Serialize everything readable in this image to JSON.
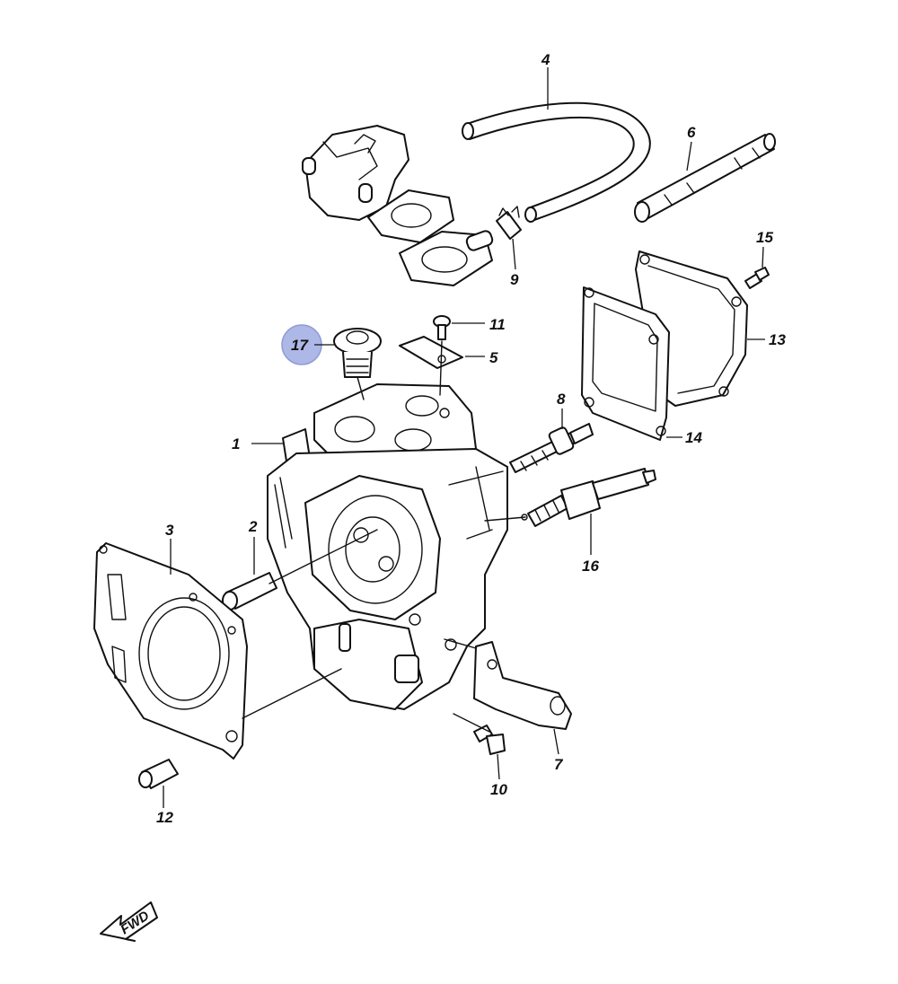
{
  "callouts": {
    "c1": "1",
    "c2": "2",
    "c3": "3",
    "c4": "4",
    "c5": "5",
    "c6": "6",
    "c7": "7",
    "c8": "8",
    "c9": "9",
    "c10": "10",
    "c11": "11",
    "c12": "12",
    "c13": "13",
    "c14": "14",
    "c15": "15",
    "c16": "16",
    "c17": "17"
  },
  "highlight": {
    "part": "17",
    "color": "#aeb8e6"
  },
  "fwd_label": "FWD"
}
